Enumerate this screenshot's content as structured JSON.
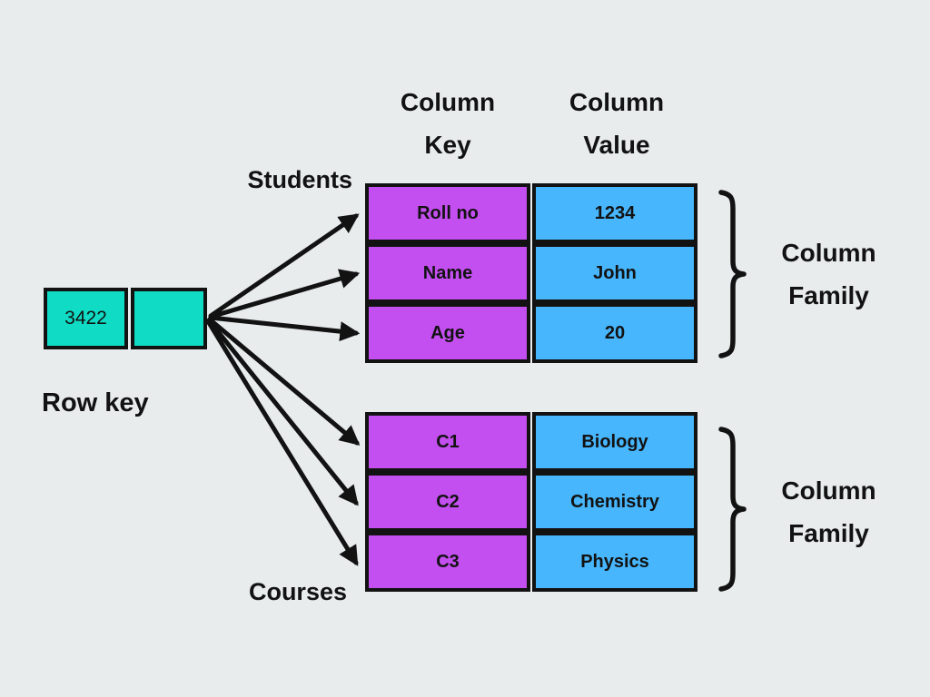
{
  "colors": {
    "background": "#e8eced",
    "ink": "#121212",
    "key_cell": "#c44ff0",
    "value_cell": "#47b6fc",
    "row_key_cell": "#10dcc5"
  },
  "row_key": {
    "value": "3422",
    "label": "Row key"
  },
  "column_headers": {
    "key": [
      "Column",
      "Key"
    ],
    "value": [
      "Column",
      "Value"
    ]
  },
  "families": [
    {
      "name": "Students",
      "rows": [
        {
          "key": "Roll no",
          "value": "1234"
        },
        {
          "key": "Name",
          "value": "John"
        },
        {
          "key": "Age",
          "value": "20"
        }
      ],
      "brace_label": [
        "Column",
        "Family"
      ]
    },
    {
      "name": "Courses",
      "rows": [
        {
          "key": "C1",
          "value": "Biology"
        },
        {
          "key": "C2",
          "value": "Chemistry"
        },
        {
          "key": "C3",
          "value": "Physics"
        }
      ],
      "brace_label": [
        "Column",
        "Family"
      ]
    }
  ]
}
